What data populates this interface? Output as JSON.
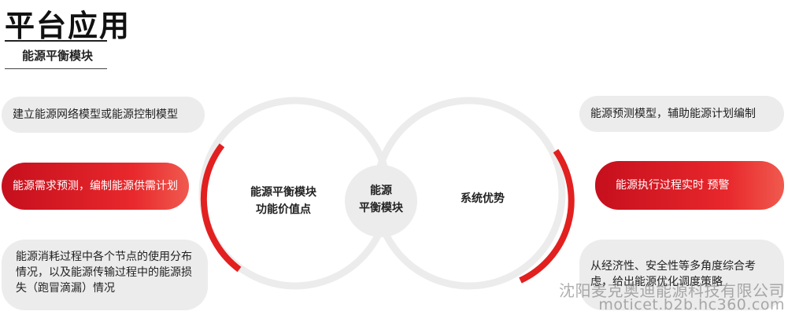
{
  "header": {
    "title": "平台应用",
    "subtitle": "能源平衡模块"
  },
  "left_items": [
    "建立能源网络模型或能源控制模型",
    "能源需求预测，编制能源供需计划",
    "能源消耗过程中各个节点的使用分布情况，以及能源传输过程中的能源损失（跑冒滴漏）情况"
  ],
  "right_items": [
    "能源预测模型，辅助能源计划编制",
    "能源执行过程实时 预警",
    "从经济性、安全性等多角度综合考虑，给出能源优化调度策略"
  ],
  "diagram": {
    "left_circle_label": "能源平衡模块\n功能价值点",
    "center_label": "能源\n平衡模块",
    "right_circle_label": "系统优势"
  },
  "watermark": {
    "line1": "沈阳麦克奥迪能源科技有限公司",
    "line2": "moticet.b2b.hc360.com"
  },
  "colors": {
    "accent_red": "#e2201f",
    "ring_gray": "#ececec"
  }
}
